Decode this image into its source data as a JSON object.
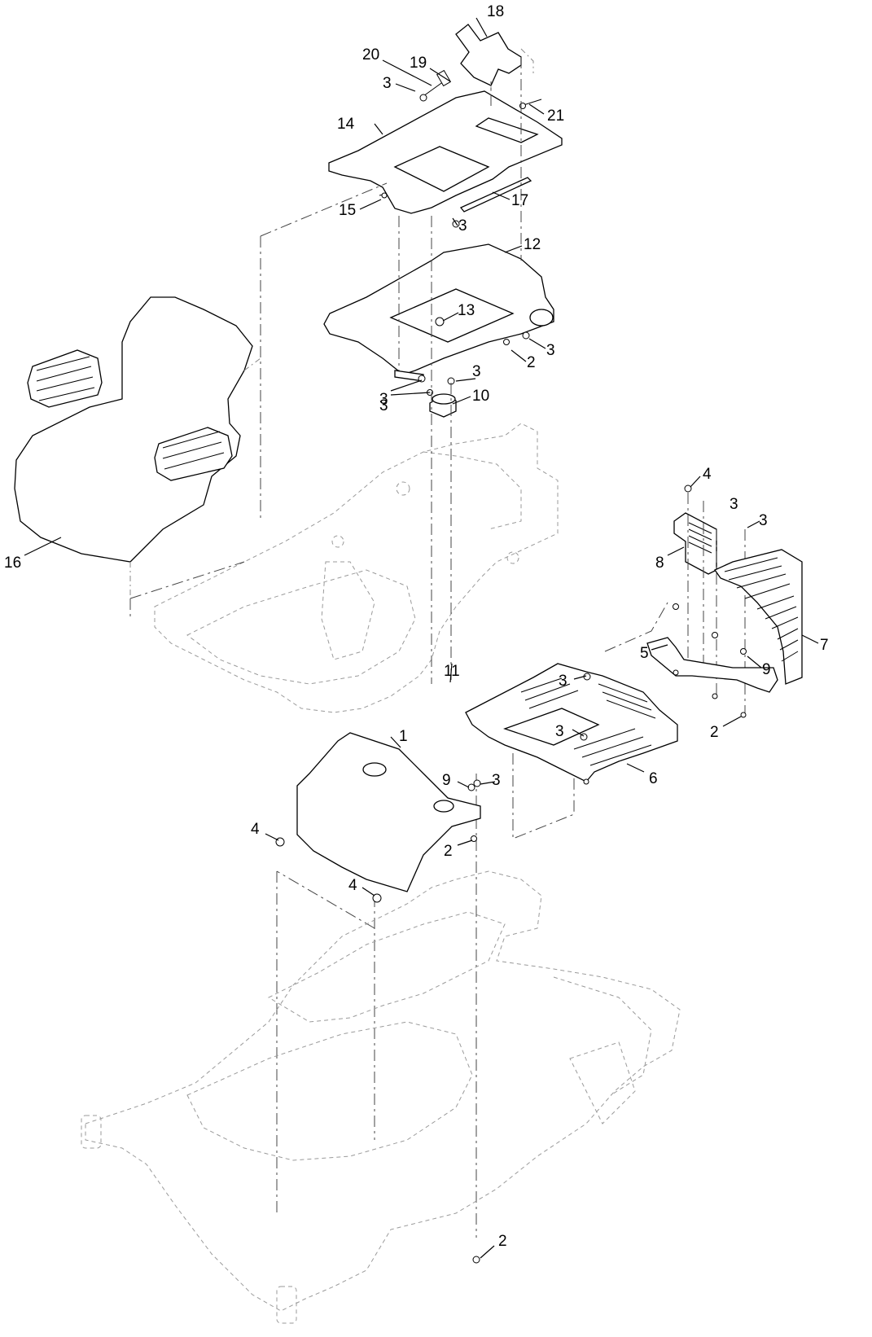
{
  "callouts": [
    {
      "id": "c18",
      "label": "18"
    },
    {
      "id": "c20",
      "label": "20"
    },
    {
      "id": "c19",
      "label": "19"
    },
    {
      "id": "c3a",
      "label": "3"
    },
    {
      "id": "c21",
      "label": "21"
    },
    {
      "id": "c14",
      "label": "14"
    },
    {
      "id": "c15",
      "label": "15"
    },
    {
      "id": "c17",
      "label": "17"
    },
    {
      "id": "c3b",
      "label": "3"
    },
    {
      "id": "c12",
      "label": "12"
    },
    {
      "id": "c13",
      "label": "13"
    },
    {
      "id": "c3c",
      "label": "3"
    },
    {
      "id": "c2a",
      "label": "2"
    },
    {
      "id": "c3d",
      "label": "3"
    },
    {
      "id": "c3e",
      "label": "3"
    },
    {
      "id": "c3f",
      "label": "3"
    },
    {
      "id": "c10",
      "label": "10"
    },
    {
      "id": "c16",
      "label": "16"
    },
    {
      "id": "c4a",
      "label": "4"
    },
    {
      "id": "c3g",
      "label": "3"
    },
    {
      "id": "c3h",
      "label": "3"
    },
    {
      "id": "c8",
      "label": "8"
    },
    {
      "id": "c7",
      "label": "7"
    },
    {
      "id": "c9a",
      "label": "9"
    },
    {
      "id": "c5",
      "label": "5"
    },
    {
      "id": "c11",
      "label": "11"
    },
    {
      "id": "c3i",
      "label": "3"
    },
    {
      "id": "c2b",
      "label": "2"
    },
    {
      "id": "c3j",
      "label": "3"
    },
    {
      "id": "c1",
      "label": "1"
    },
    {
      "id": "c6",
      "label": "6"
    },
    {
      "id": "c9b",
      "label": "9"
    },
    {
      "id": "c3k",
      "label": "3"
    },
    {
      "id": "c4b",
      "label": "4"
    },
    {
      "id": "c2c",
      "label": "2"
    },
    {
      "id": "c4c",
      "label": "4"
    },
    {
      "id": "c2d",
      "label": "2"
    }
  ]
}
